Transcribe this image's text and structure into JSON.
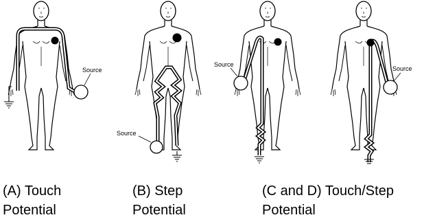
{
  "figure": {
    "source_label": "Source",
    "captions": [
      {
        "line1": "(A) Touch",
        "line2": "Potential"
      },
      {
        "line1": "(B) Step",
        "line2": "Potential"
      },
      {
        "line1": "(C and D) Touch/Step",
        "line2": "Potential"
      }
    ]
  },
  "colors": {
    "line": "#000000",
    "background": "#ffffff"
  }
}
